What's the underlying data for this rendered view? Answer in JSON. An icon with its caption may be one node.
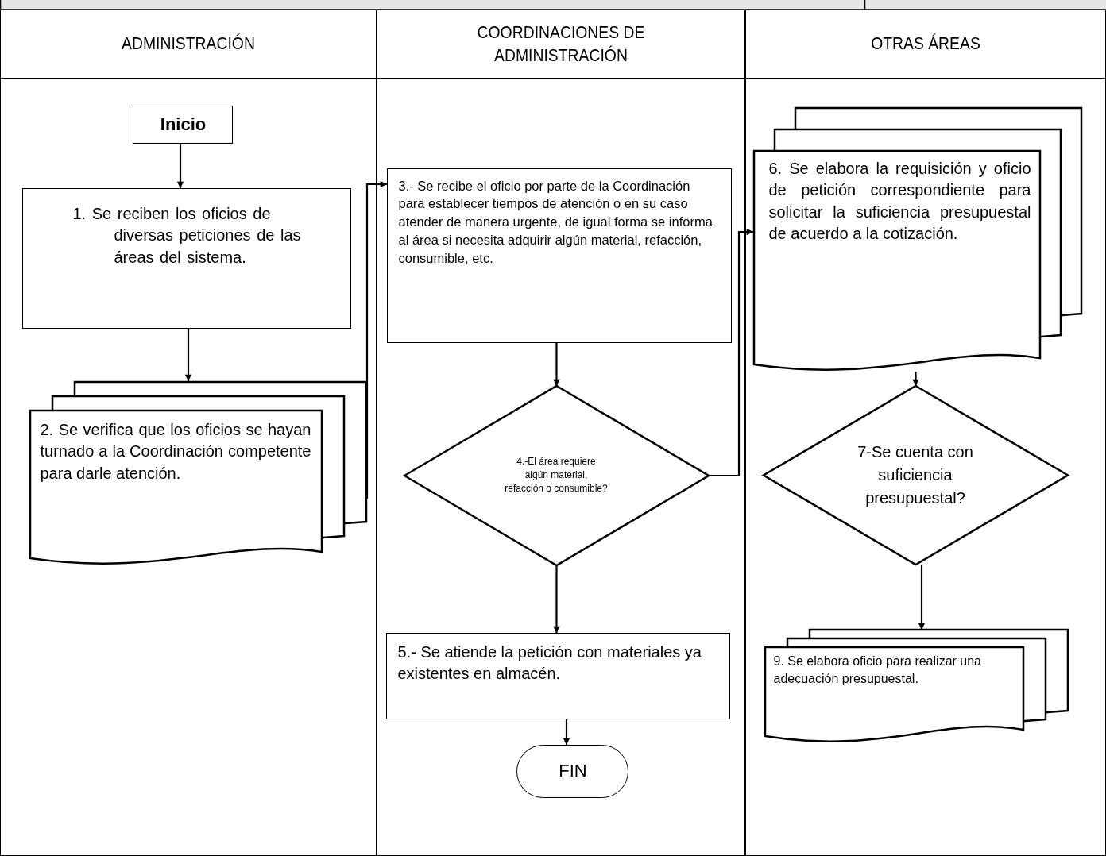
{
  "diagram": {
    "nodes": [
      {
        "text": [
          "ADMINISTRACIÓN"
        ]
      },
      {
        "text": [
          "COORDINACIONES DE ADMINISTRACIÓN"
        ]
      },
      {
        "text": [
          "OTRAS ÁREAS"
        ]
      },
      {
        "text": [
          "Inicio"
        ],
        "in": 0
      },
      {
        "text": [
          "1. Se reciben los oficios de diversas peticiones de las áreas del sistema."
        ],
        "in": 0
      },
      {
        "text": [
          "2. Se verifica que los oficios se hayan turnado a la Coordinación competente para darle atención."
        ],
        "in": 0
      },
      {
        "text": [
          "3.- Se recibe el oficio por parte de la Coordinación para establecer tiempos de atención o en su caso atender de manera urgente, de igual forma se informa al área si necesita adquirir algún material, refacción, consumible, etc."
        ],
        "in": 1
      },
      {
        "text": [
          "4.-El área requiere algún material, refacción o consumible?"
        ],
        "in": 1
      },
      {
        "text": [
          "5.- Se atiende la petición con materiales ya existentes en almacén."
        ],
        "in": 1
      },
      {
        "text": [
          "FIN"
        ],
        "in": 1
      },
      {
        "text": [
          "6. Se elabora la requisición y oficio de petición correspondiente para solicitar la suficiencia presupuestal de acuerdo a la cotización."
        ],
        "in": 2
      },
      {
        "text": [
          "7-Se cuenta con suficiencia presupuestal?"
        ],
        "in": 2
      },
      {
        "text": [
          "9. Se elabora oficio para realizar una adecuación presupuestal."
        ],
        "in": 2
      }
    ],
    "edges": [
      {
        "from": 3,
        "to": 4,
        "arrow": "to"
      },
      {
        "from": 4,
        "to": 5,
        "arrow": "to"
      },
      {
        "from": 5,
        "to": 6,
        "arrow": "to"
      },
      {
        "from": 6,
        "to": 7,
        "arrow": "to"
      },
      {
        "from": 7,
        "to": 8,
        "arrow": "to"
      },
      {
        "from": 8,
        "to": 9,
        "arrow": "to"
      },
      {
        "from": 7,
        "to": 10,
        "arrow": "to"
      },
      {
        "from": 10,
        "to": 11,
        "arrow": "to"
      },
      {
        "from": 11,
        "to": 12,
        "arrow": "to"
      }
    ]
  }
}
